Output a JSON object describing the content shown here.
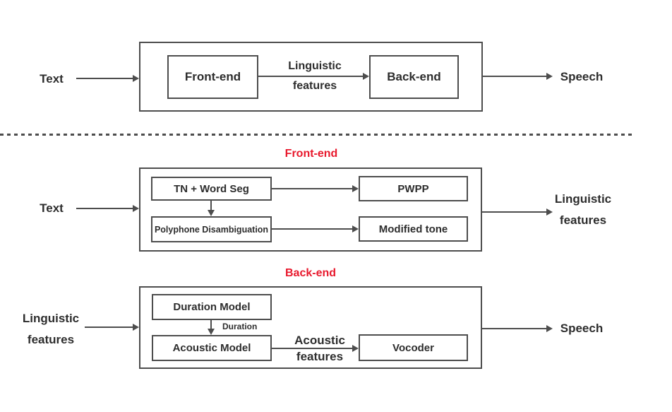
{
  "colors": {
    "accent_red": "#e8192d",
    "line": "#4d4d4d",
    "text": "#2d2d2d"
  },
  "overview": {
    "input_label": "Text",
    "frontend_box": "Front-end",
    "backend_box": "Back-end",
    "arrow_label_line1": "Linguistic",
    "arrow_label_line2": "features",
    "output_label": "Speech"
  },
  "frontend_detail": {
    "title": "Front-end",
    "input_label": "Text",
    "boxes": {
      "tn_word_seg": "TN + Word Seg",
      "pwpp": "PWPP",
      "polyphone": "Polyphone Disambiguation",
      "modified_tone": "Modified tone"
    },
    "output_label_line1": "Linguistic",
    "output_label_line2": "features"
  },
  "backend_detail": {
    "title": "Back-end",
    "input_label_line1": "Linguistic",
    "input_label_line2": "features",
    "boxes": {
      "duration_model": "Duration Model",
      "acoustic_model": "Acoustic Model",
      "vocoder": "Vocoder"
    },
    "duration_arrow_label": "Duration",
    "acoustic_arrow_label_line1": "Acoustic",
    "acoustic_arrow_label_line2": "features",
    "output_label": "Speech"
  }
}
